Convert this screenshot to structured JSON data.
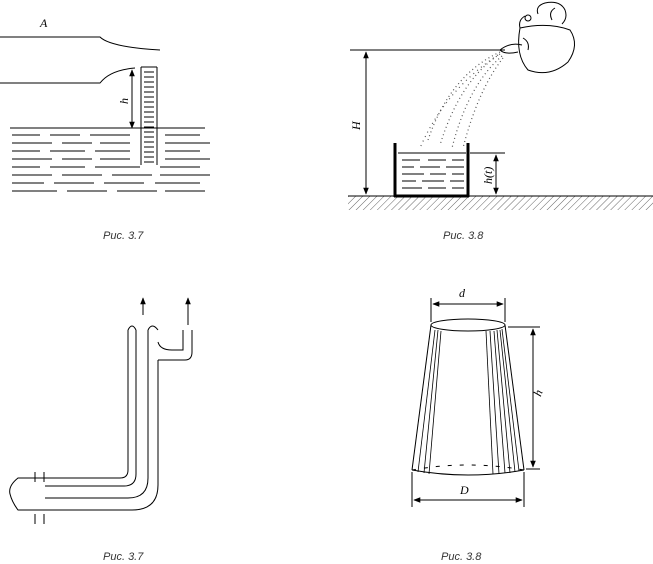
{
  "figures": [
    {
      "id": "fig-top-left",
      "caption": "Рис. 3.7",
      "labels": {
        "a": "A",
        "h": "h"
      }
    },
    {
      "id": "fig-top-right",
      "caption": "Рис. 3.8",
      "labels": {
        "H": "H",
        "ht": "h(t)"
      }
    },
    {
      "id": "fig-bottom-left",
      "caption": "Рис. 3.7",
      "labels": {}
    },
    {
      "id": "fig-bottom-right",
      "caption": "Рис. 3.8",
      "labels": {
        "d": "d",
        "h": "h",
        "D": "D"
      }
    }
  ]
}
